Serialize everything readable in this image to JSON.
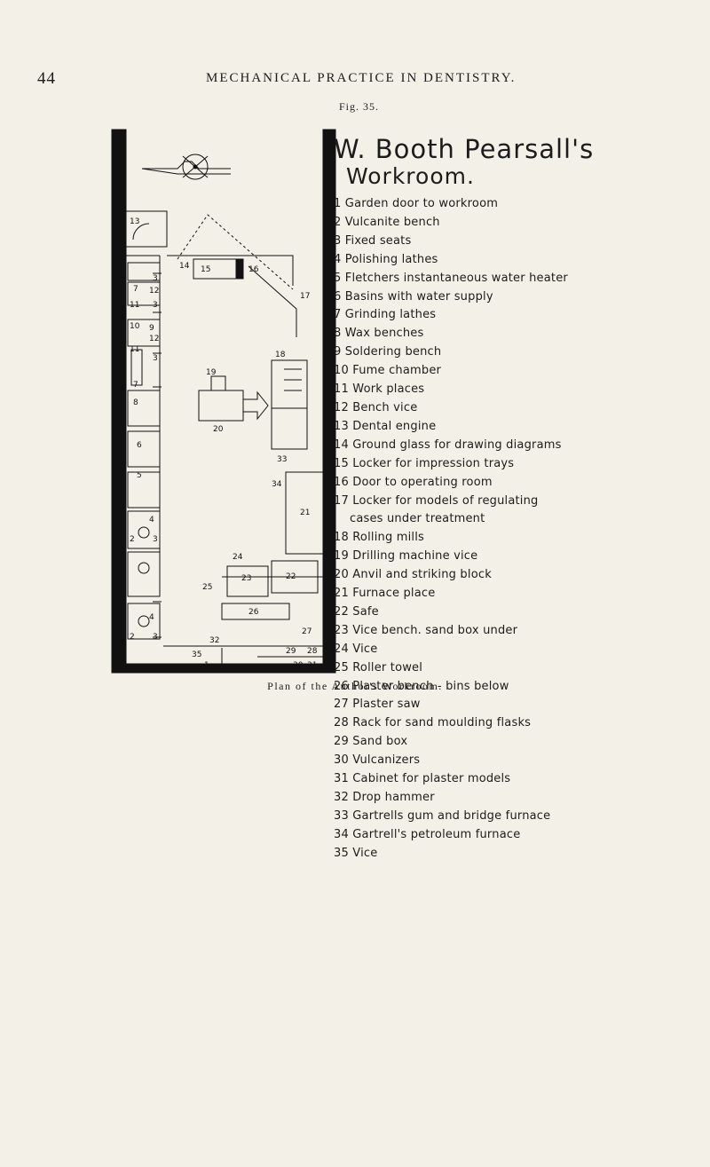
{
  "header": {
    "page_number": "44",
    "running_head": "MECHANICAL PRACTICE IN DENTISTRY."
  },
  "figure": {
    "label": "Fig. 35.",
    "caption": "Plan of the Author's Workroom."
  },
  "legend": {
    "title_line1": "W. Booth Pearsall's",
    "title_line2": "Workroom.",
    "items": [
      {
        "label": "1 Garden door to workroom"
      },
      {
        "label": "2 Vulcanite bench"
      },
      {
        "label": "3 Fixed seats"
      },
      {
        "label": "4 Polishing lathes"
      },
      {
        "label": "5 Fletchers instantaneous water heater"
      },
      {
        "label": "6 Basins with water supply"
      },
      {
        "label": "7 Grinding lathes"
      },
      {
        "label": "8 Wax benches"
      },
      {
        "label": "9 Soldering bench"
      },
      {
        "label": "10 Fume chamber"
      },
      {
        "label": "11 Work places"
      },
      {
        "label": "12 Bench vice"
      },
      {
        "label": "13 Dental engine"
      },
      {
        "label": "14 Ground glass for drawing diagrams"
      },
      {
        "label": "15 Locker for impression trays"
      },
      {
        "label": "16 Door to operating room"
      },
      {
        "label": "17 Locker for models of regulating"
      },
      {
        "label": "cases under treatment"
      },
      {
        "label": "18 Rolling mills"
      },
      {
        "label": "19 Drilling machine vice"
      },
      {
        "label": "20 Anvil and striking block"
      },
      {
        "label": "21 Furnace place"
      },
      {
        "label": "22 Safe"
      },
      {
        "label": "23 Vice bench. sand box under"
      },
      {
        "label": "24 Vice"
      },
      {
        "label": "25 Roller towel"
      },
      {
        "label": "26 Plaster bench - bins below"
      },
      {
        "label": "27 Plaster saw"
      },
      {
        "label": "28 Rack for sand moulding flasks"
      },
      {
        "label": "29 Sand box"
      },
      {
        "label": "30 Vulcanizers"
      },
      {
        "label": "31 Cabinet for plaster models"
      },
      {
        "label": "32 Drop hammer"
      },
      {
        "label": "33 Gartrells gum and bridge furnace"
      },
      {
        "label": "34 Gartrell's petroleum furnace"
      },
      {
        "label": "35 Vice"
      }
    ]
  },
  "plan": {
    "room_numbers": {
      "n13": "13",
      "n14": "14",
      "n15": "15",
      "n16": "16",
      "n17": "17",
      "n12a": "12",
      "n12b": "12",
      "n7a": "7",
      "n7b": "7",
      "n11a": "11",
      "n11b": "11",
      "n10": "10",
      "n9": "9",
      "n8": "8",
      "n6": "6",
      "n5": "5",
      "n2a": "2",
      "n2b": "2",
      "n3a": "3",
      "n3b": "3",
      "n3c": "3",
      "n3d": "3",
      "n3e": "3",
      "n4a": "4",
      "n4b": "4",
      "n18": "18",
      "n19": "19",
      "n20": "20",
      "n21": "21",
      "n22": "22",
      "n23": "23",
      "n24": "24",
      "n25": "25",
      "n26": "26",
      "n27": "27",
      "n28": "28",
      "n29": "29",
      "n30": "30",
      "n31": "31",
      "n32": "32",
      "n33": "33",
      "n34": "34",
      "n35": "35",
      "n1": "1"
    }
  }
}
